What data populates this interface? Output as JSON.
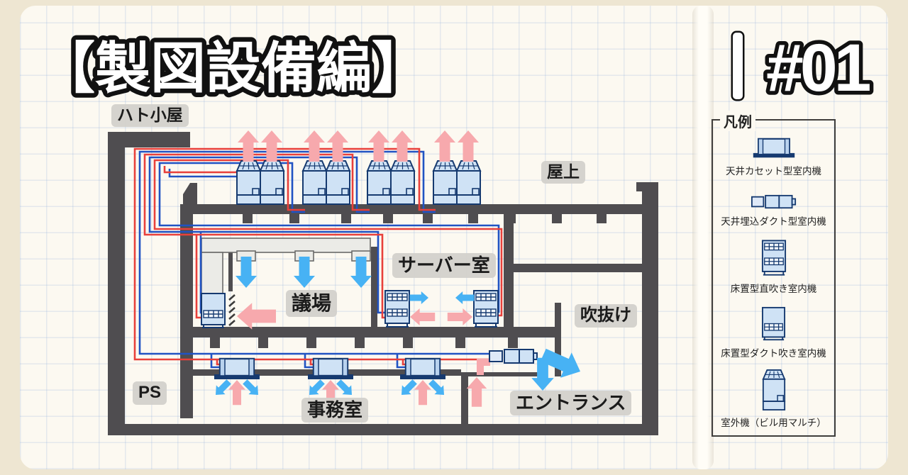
{
  "title": {
    "text": "【製図設備編】"
  },
  "issue": {
    "number": "#01"
  },
  "diagram": {
    "labels": {
      "hato_koya": "ハト小屋",
      "okujo": "屋上",
      "server_room": "サーバー室",
      "gijo": "議場",
      "fukinuke": "吹抜け",
      "ps": "PS",
      "jimushitsu": "事務室",
      "entrance": "エントランス"
    },
    "colors": {
      "pipe_red": "#e8403b",
      "pipe_blue": "#2153c3",
      "airflow_blue": "#47b2f4",
      "airflow_pink": "#f7a9ad",
      "unit_fill": "#cfe2f5",
      "unit_border": "#163a70",
      "wall_gray": "#4f4d50"
    }
  },
  "legend": {
    "title": "凡例",
    "items": [
      {
        "icon": "ceiling-cassette-unit-icon",
        "label": "天井カセット型室内機"
      },
      {
        "icon": "ceiling-duct-unit-icon",
        "label": "天井埋込ダクト型室内機"
      },
      {
        "icon": "floor-direct-unit-icon",
        "label": "床置型直吹き室内機"
      },
      {
        "icon": "floor-duct-unit-icon",
        "label": "床置型ダクト吹き室内機"
      },
      {
        "icon": "outdoor-unit-icon",
        "label": "室外機（ビル用マルチ）"
      }
    ]
  }
}
